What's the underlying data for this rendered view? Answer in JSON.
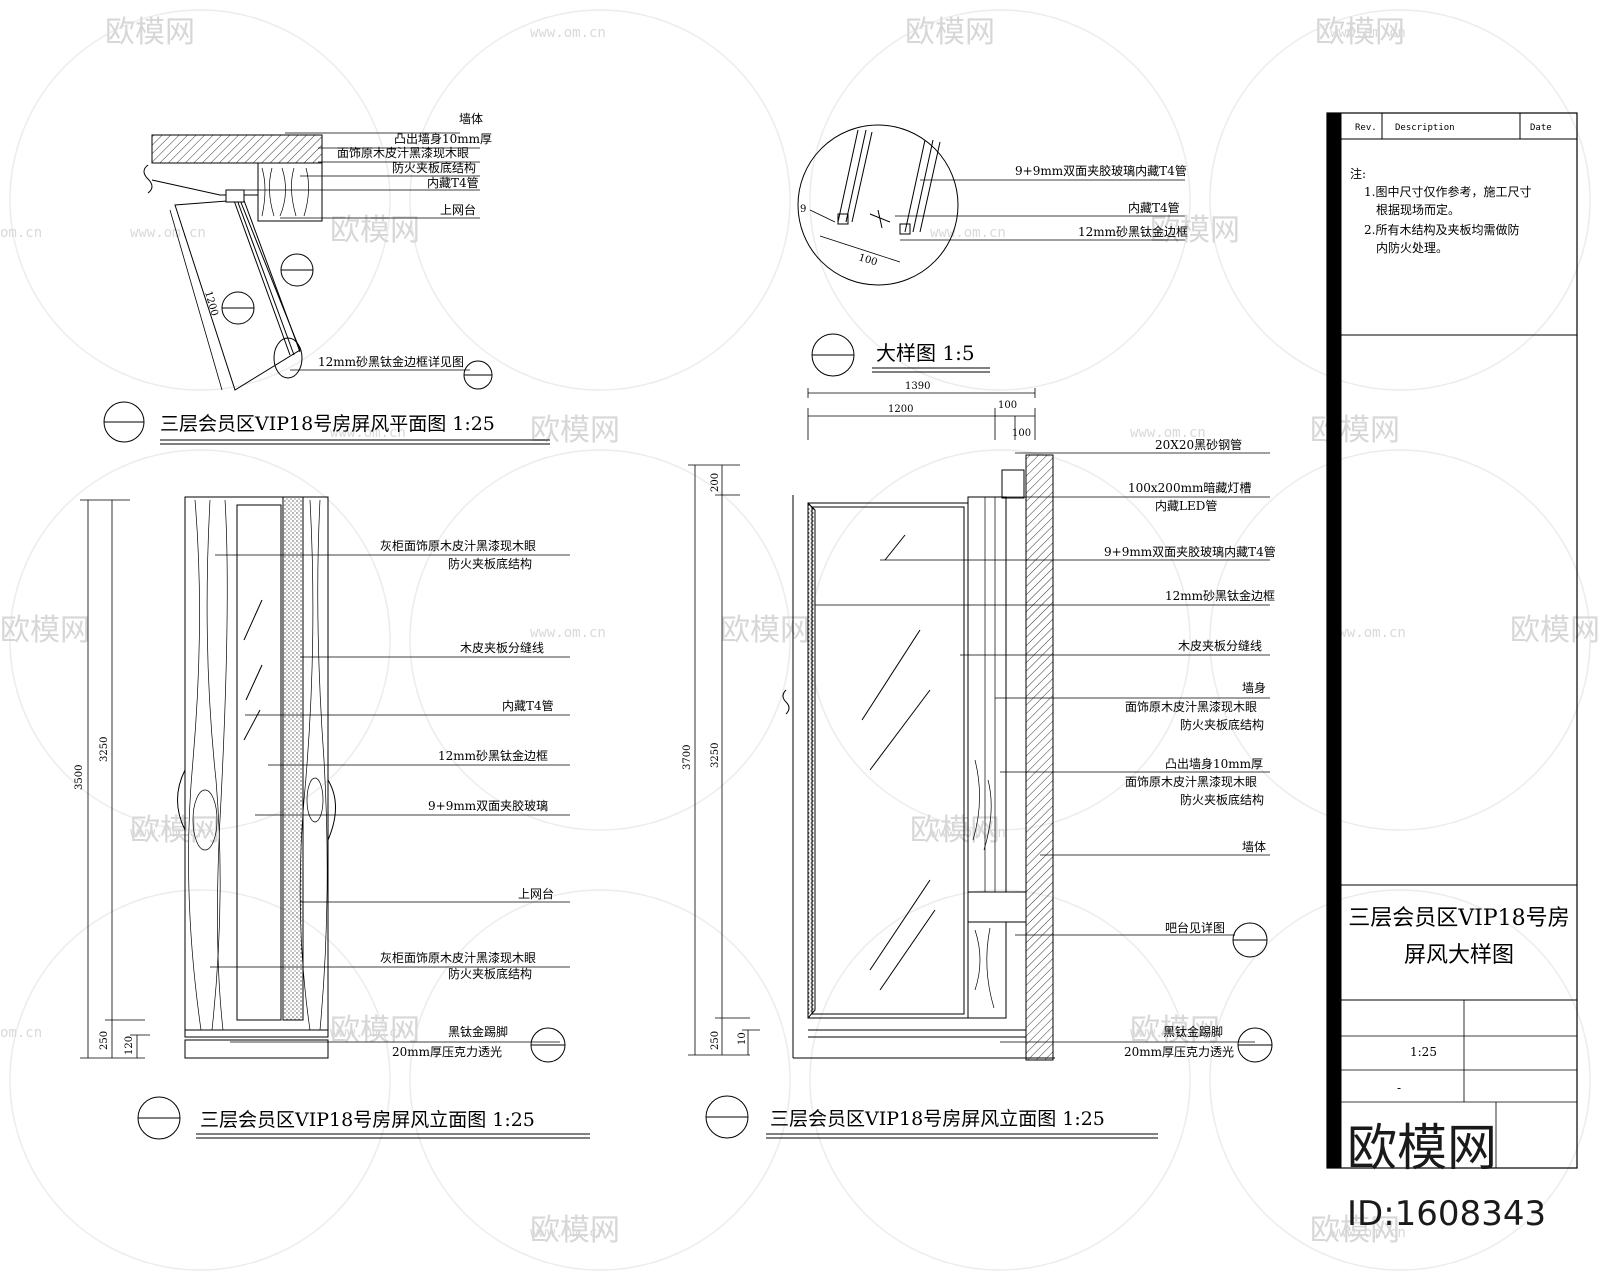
{
  "watermark": {
    "brand": "欧模网",
    "url": "www.om.cn",
    "edge": "om.cn",
    "big_brand": "欧模网",
    "id_label": "ID:1608343"
  },
  "plan_view": {
    "title": "三层会员区VIP18号房屏风平面图 1:25",
    "dim_1200": "1200",
    "annotations": [
      "墙体",
      "凸出墙身10mm厚",
      "面饰原木皮汁黑漆现木眼",
      "防火夹板底结构",
      "内藏T4管",
      "上网台",
      "12mm砂黑钛金边框详见图"
    ]
  },
  "detail_view": {
    "title": "大样图 1:5",
    "dim_100": "100",
    "dim_small": "9",
    "annotations": [
      "9+9mm双面夹胶玻璃内藏T4管",
      "内藏T4管",
      "12mm砂黑钛金边框"
    ]
  },
  "elevation_left": {
    "title": "三层会员区VIP18号房屏风立面图 1:25",
    "dims": [
      "3500",
      "3250",
      "250",
      "120"
    ],
    "annotations": [
      [
        "灰柜面饰原木皮汁黑漆现木眼",
        "防火夹板底结构"
      ],
      [
        "木皮夹板分缝线"
      ],
      [
        "内藏T4管"
      ],
      [
        "12mm砂黑钛金边框"
      ],
      [
        "9+9mm双面夹胶玻璃"
      ],
      [
        "上网台"
      ],
      [
        "灰柜面饰原木皮汁黑漆现木眼",
        "防火夹板底结构"
      ],
      [
        "黑钛金踢脚",
        "20mm厚压克力透光"
      ]
    ]
  },
  "elevation_right": {
    "title": "三层会员区VIP18号房屏风立面图 1:25",
    "dims_top": [
      "1390",
      "1200",
      "100",
      "100"
    ],
    "dims_left": [
      "3700",
      "200",
      "3250",
      "250",
      "10"
    ],
    "annotations": [
      [
        "20X20黑砂钢管"
      ],
      [
        "100x200mm暗藏灯槽",
        "内藏LED管"
      ],
      [
        "9+9mm双面夹胶玻璃内藏T4管"
      ],
      [
        "12mm砂黑钛金边框"
      ],
      [
        "木皮夹板分缝线"
      ],
      [
        "墙身",
        "面饰原木皮汁黑漆现木眼",
        "防火夹板底结构"
      ],
      [
        "凸出墙身10mm厚",
        "面饰原木皮汁黑漆现木眼",
        "防火夹板底结构"
      ],
      [
        "墙体"
      ],
      [
        "吧台见详图"
      ],
      [
        "黑钛金踢脚",
        "20mm厚压克力透光"
      ]
    ]
  },
  "title_block": {
    "rev_label": "Rev.",
    "desc_label": "Description",
    "date_label": "Date",
    "notes_heading": "注:",
    "notes": [
      "1.图中尺寸仅作参考，施工尺寸",
      "根据现场而定。",
      "2.所有木结构及夹板均需做防",
      "内防火处理。"
    ],
    "drawing_name_line1": "三层会员区VIP18号房",
    "drawing_name_line2": "屏风大样图",
    "scale": "1:25",
    "dash": "-"
  }
}
